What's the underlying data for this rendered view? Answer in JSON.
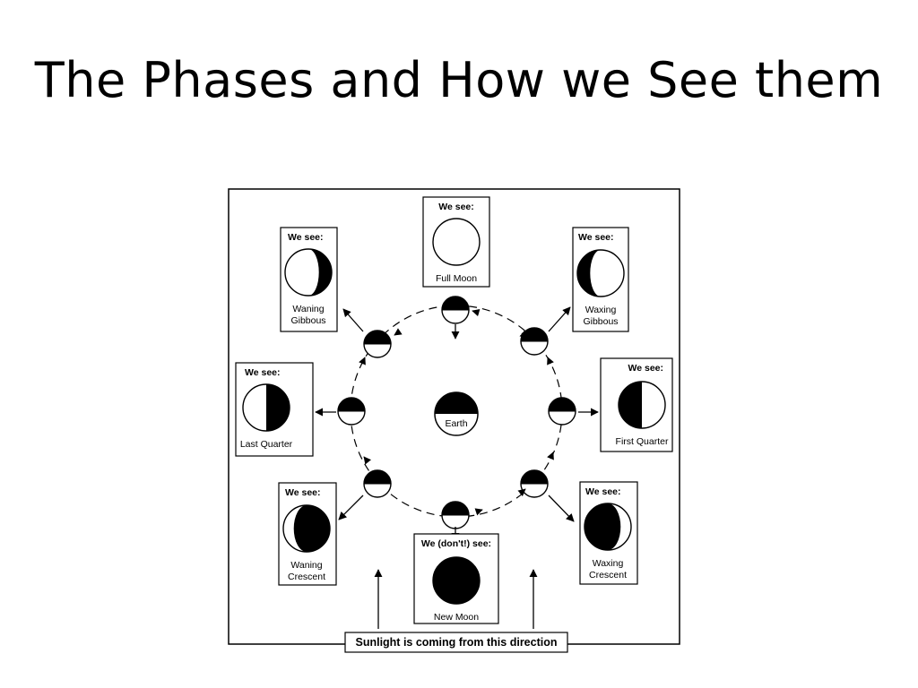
{
  "title": "The Phases and How we See them",
  "center_label": "Earth",
  "sunlight_label": "Sunlight is coming from this direction",
  "phases": [
    {
      "id": "full",
      "header": "We see:",
      "name_lines": [
        "Full Moon"
      ],
      "illum_side": "full"
    },
    {
      "id": "waxing-gibbous",
      "header": "We see:",
      "name_lines": [
        "Waxing",
        "Gibbous"
      ],
      "illum_side": "right-gibbous"
    },
    {
      "id": "first-quarter",
      "header": "We see:",
      "name_lines": [
        "First Quarter"
      ],
      "illum_side": "right-half"
    },
    {
      "id": "waxing-crescent",
      "header": "We see:",
      "name_lines": [
        "Waxing",
        "Crescent"
      ],
      "illum_side": "right-crescent"
    },
    {
      "id": "new",
      "header": "We (don't!) see:",
      "name_lines": [
        "New Moon"
      ],
      "illum_side": "none"
    },
    {
      "id": "waning-crescent",
      "header": "We see:",
      "name_lines": [
        "Waning",
        "Crescent"
      ],
      "illum_side": "left-crescent"
    },
    {
      "id": "last-quarter",
      "header": "We see:",
      "name_lines": [
        "Last Quarter"
      ],
      "illum_side": "left-half"
    },
    {
      "id": "waning-gibbous",
      "header": "We see:",
      "name_lines": [
        "Waning",
        "Gibbous"
      ],
      "illum_side": "left-gibbous"
    }
  ]
}
